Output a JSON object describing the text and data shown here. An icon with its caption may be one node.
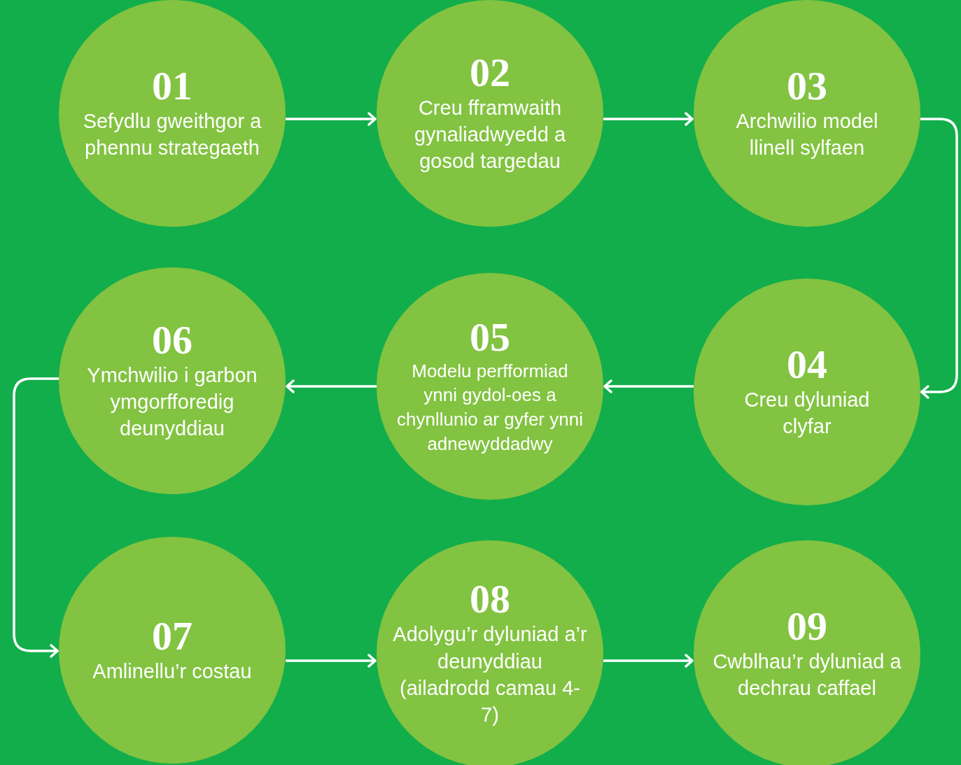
{
  "diagram": {
    "nodes": [
      {
        "text": [
          "01",
          "Sefydlu gweithgor a phennu strategaeth"
        ]
      },
      {
        "text": [
          "02",
          "Creu fframwaith gynaliadwyedd a gosod targedau"
        ]
      },
      {
        "text": [
          "03",
          "Archwilio model llinell sylfaen"
        ]
      },
      {
        "text": [
          "04",
          "Creu dyluniad clyfar"
        ]
      },
      {
        "text": [
          "05",
          "Modelu perfformiad ynni gydol-oes a chynllunio ar gyfer ynni adnewyddadwy"
        ]
      },
      {
        "text": [
          "06",
          "Ymchwilio i garbon ymgorfforedig deunyddiau"
        ]
      },
      {
        "text": [
          "07",
          "Amlinellu’r costau"
        ]
      },
      {
        "text": [
          "08",
          "Adolygu’r dyluniad a’r deunyddiau (ailadrodd camau 4-7)"
        ]
      },
      {
        "text": [
          "09",
          "Cwblhau’r dyluniad a dechrau caffael"
        ]
      }
    ],
    "edges": [
      {
        "from": 0,
        "to": 1,
        "arrow": "to"
      },
      {
        "from": 1,
        "to": 2,
        "arrow": "to"
      },
      {
        "from": 2,
        "to": 3,
        "arrow": "to"
      },
      {
        "from": 3,
        "to": 4,
        "arrow": "to"
      },
      {
        "from": 4,
        "to": 5,
        "arrow": "to"
      },
      {
        "from": 5,
        "to": 6,
        "arrow": "to"
      },
      {
        "from": 6,
        "to": 7,
        "arrow": "to"
      },
      {
        "from": 7,
        "to": 8,
        "arrow": "to"
      }
    ]
  }
}
